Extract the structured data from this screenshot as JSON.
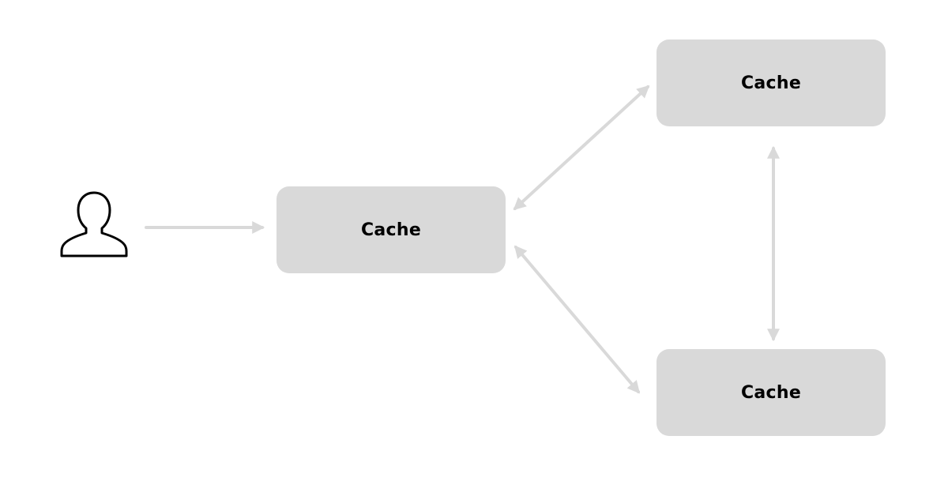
{
  "nodes": {
    "center": {
      "label": "Cache"
    },
    "top": {
      "label": "Cache"
    },
    "bottom": {
      "label": "Cache"
    }
  },
  "icons": {
    "user": "user-icon"
  },
  "colors": {
    "node_fill": "#d9d9d9",
    "arrow": "#d9d9d9",
    "icon_stroke": "#000000",
    "text": "#000000"
  }
}
